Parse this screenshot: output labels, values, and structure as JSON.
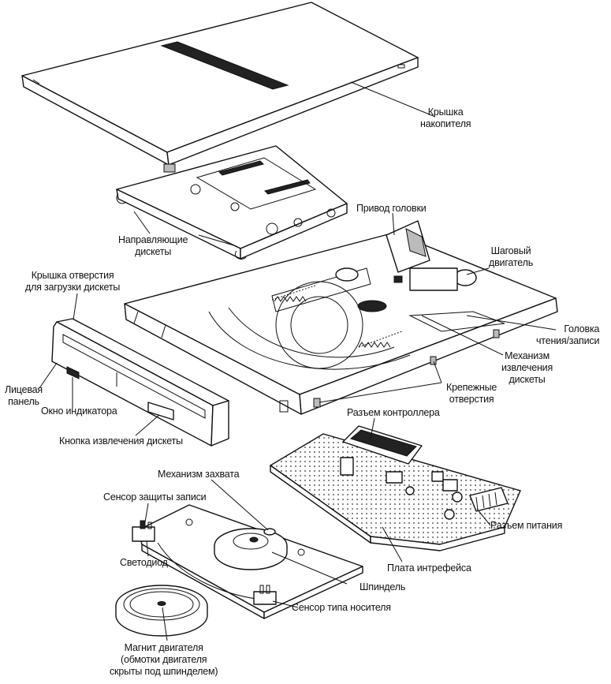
{
  "labels": {
    "drive_cover": [
      "Крышка",
      "накопителя"
    ],
    "head_actuator": "Привод головки",
    "stepper_motor": [
      "Шаговый",
      "двигатель"
    ],
    "disk_guides": [
      "Направляющие",
      "дискеты"
    ],
    "disk_slot_cover": [
      "Крышка отверстия",
      "для загрузки дискеты"
    ],
    "read_write_head": [
      "Головка",
      "чтения/записи"
    ],
    "eject_mechanism": [
      "Механизм",
      "извлечения",
      "дискеты"
    ],
    "front_panel": [
      "Лицевая",
      "панель"
    ],
    "indicator_window": "Окно индикатора",
    "mounting_holes": [
      "Крепежные",
      "отверстия"
    ],
    "eject_button": "Кнопка извлечения дискеты",
    "controller_connector": "Разъем контроллера",
    "clamp_mechanism": "Механизм захвата",
    "write_protect_sensor": "Сенсор защиты записи",
    "power_connector": "Разъем питания",
    "led": "Светодиод",
    "interface_board": "Плата интрефейса",
    "spindle": "Шпиндель",
    "media_type_sensor": "Сенсор типа носителя",
    "motor_magnet": [
      "Магнит двигателя",
      "(обмотки двигателя",
      "скрыты под шпинделем)"
    ]
  }
}
